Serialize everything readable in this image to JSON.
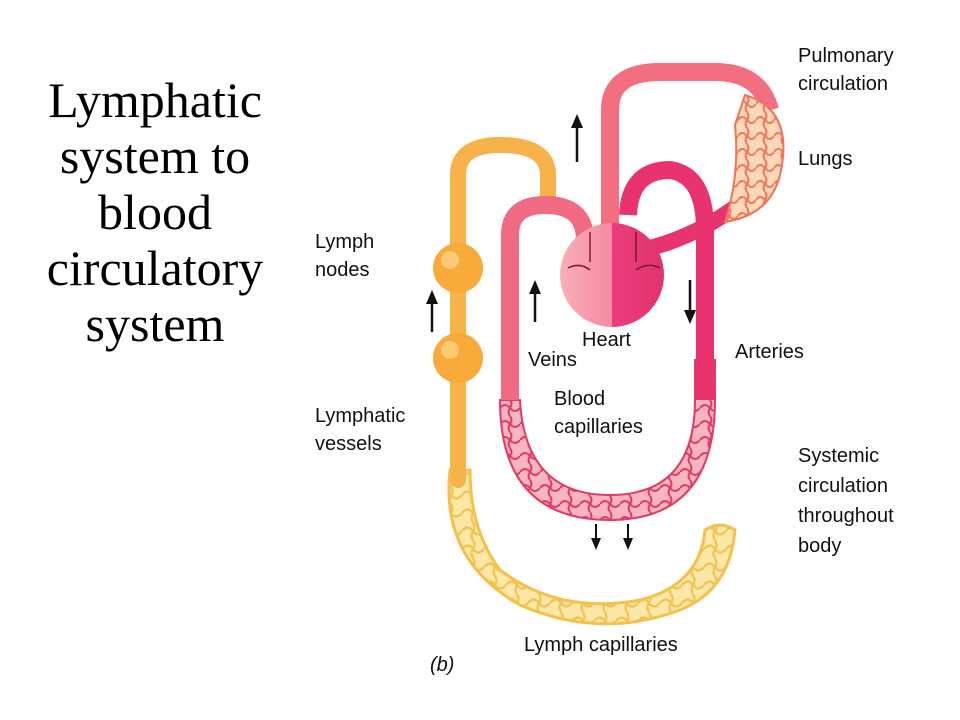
{
  "title_lines": [
    "Lymphatic",
    "system to",
    "blood",
    "circulatory",
    "system"
  ],
  "labels": {
    "pulmonary_1": "Pulmonary",
    "pulmonary_2": "circulation",
    "lungs": "Lungs",
    "lymph_nodes_1": "Lymph",
    "lymph_nodes_2": "nodes",
    "heart": "Heart",
    "veins": "Veins",
    "arteries": "Arteries",
    "blood_cap_1": "Blood",
    "blood_cap_2": "capillaries",
    "lymphatic_vessels_1": "Lymphatic",
    "lymphatic_vessels_2": "vessels",
    "systemic_1": "Systemic",
    "systemic_2": "circulation",
    "systemic_3": "throughout",
    "systemic_4": "body",
    "lymph_capillaries": "Lymph capillaries",
    "panel": "(b)"
  },
  "colors": {
    "lymph": "#f8b64a",
    "lymph_light": "#fbe39a",
    "vein": "#f06a82",
    "artery": "#e8336e",
    "heart_left": "#f59aa6",
    "heart_right": "#ec3b7a",
    "lung": "#f79a70"
  }
}
